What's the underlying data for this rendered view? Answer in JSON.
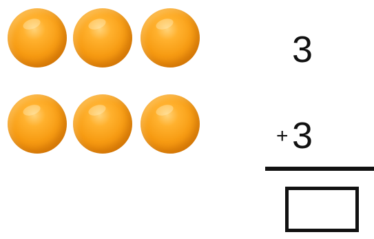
{
  "oranges": {
    "count": 6,
    "rows": 2,
    "per_row": 3,
    "color": "#f79c13"
  },
  "problem": {
    "addend_top": "3",
    "operator": "+",
    "addend_bottom": "3",
    "answer": ""
  }
}
